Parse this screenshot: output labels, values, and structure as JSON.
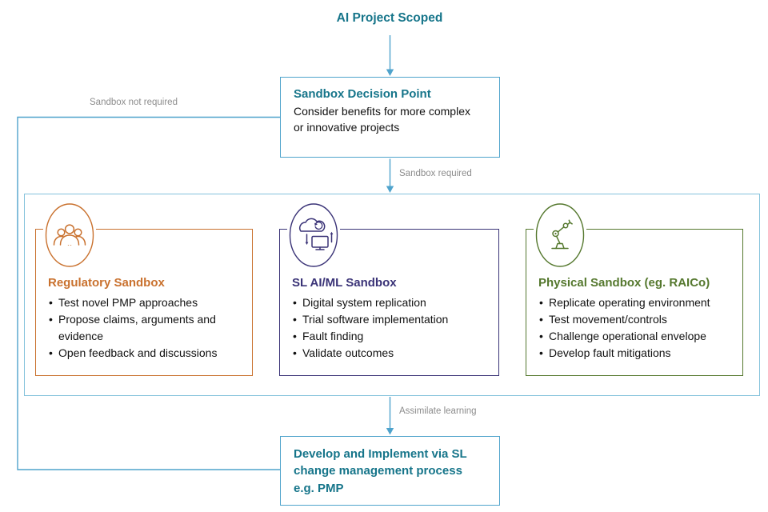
{
  "title": "AI Project Scoped",
  "decision_box": {
    "title": "Sandbox Decision Point",
    "body": "Consider benefits for more complex or innovative projects"
  },
  "edge_labels": {
    "not_required": "Sandbox not required",
    "required": "Sandbox required",
    "assimilate": "Assimilate learning"
  },
  "sandboxes": [
    {
      "title": "Regulatory Sandbox",
      "icon": "people-group-icon",
      "items": [
        "Test novel PMP approaches",
        "Propose claims, arguments and evidence",
        "Open feedback and discussions"
      ]
    },
    {
      "title": "SL AI/ML Sandbox",
      "icon": "cloud-sync-monitor-icon",
      "items": [
        "Digital system replication",
        "Trial software implementation",
        "Fault finding",
        "Validate outcomes"
      ]
    },
    {
      "title": "Physical Sandbox (eg. RAICo)",
      "icon": "robot-arm-icon",
      "items": [
        "Replicate operating environment",
        "Test movement/controls",
        "Challenge operational envelope",
        "Develop fault mitigations"
      ]
    }
  ],
  "final_box": {
    "lines": [
      "Develop and Implement via SL",
      "change management process",
      "e.g. PMP"
    ]
  },
  "colors": {
    "teal": "#16758a",
    "blue": "#4fa3cc",
    "light-blue": "#85c2db",
    "orange": "#c9712e",
    "purple": "#3a3377",
    "green": "#55782e",
    "gray": "#8c8c8c",
    "text": "#1b1b1b"
  }
}
